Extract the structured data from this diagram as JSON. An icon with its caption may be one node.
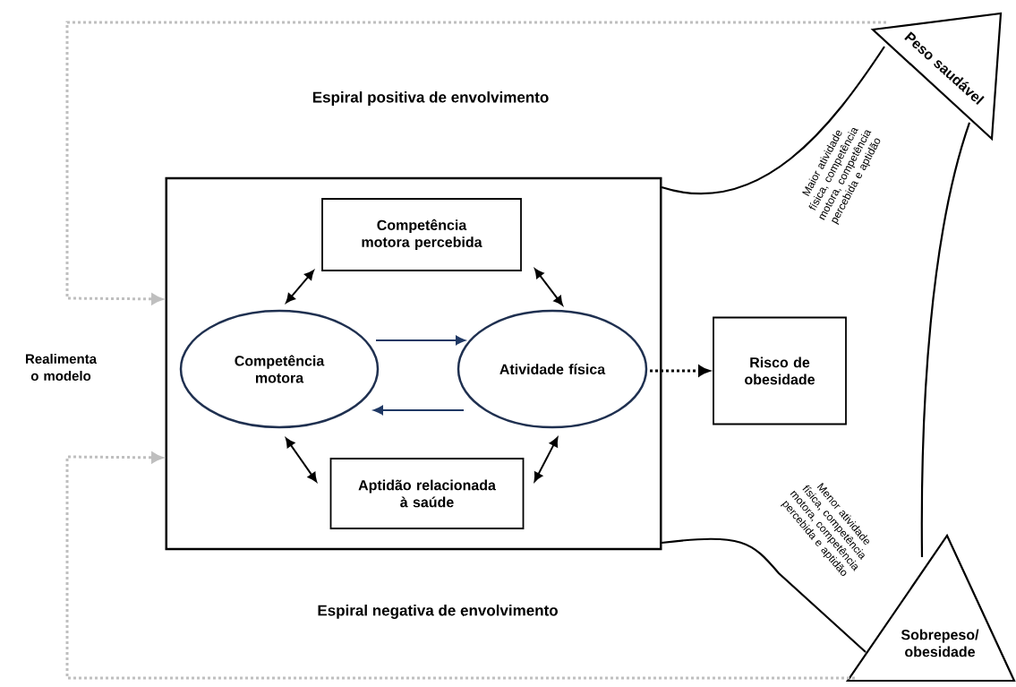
{
  "diagram": {
    "nodes": [
      {
        "text": [],
        "shape": "box"
      },
      {
        "text": [
          "Competência motora percebida"
        ],
        "in": 0
      },
      {
        "text": [
          "Competência motora"
        ],
        "in": 0
      },
      {
        "text": [
          "Atividade física"
        ],
        "in": 0
      },
      {
        "text": [
          "Aptidão relacionada à saúde"
        ],
        "in": 0
      },
      {
        "text": [
          "Risco de obesidade"
        ]
      },
      {
        "text": [
          "Peso saudável"
        ]
      },
      {
        "text": [
          "Sobrepeso/ obesidade"
        ]
      }
    ],
    "edges": [
      {
        "from": 2,
        "to": 1,
        "arrow": "both"
      },
      {
        "from": 1,
        "to": 3,
        "arrow": "both"
      },
      {
        "from": 2,
        "to": 4,
        "arrow": "both"
      },
      {
        "from": 4,
        "to": 3,
        "arrow": "both"
      },
      {
        "from": 2,
        "to": 3,
        "arrow": "to",
        "color": "#1f3864"
      },
      {
        "from": 3,
        "to": 2,
        "arrow": "to",
        "color": "#1f3864"
      },
      {
        "from": 3,
        "to": 5,
        "arrow": "to",
        "style": "dashed"
      },
      {
        "from": 0,
        "to": 6,
        "arrow": "none",
        "label": "Maior atividade física, competência motora, competência percebida e aptidão"
      },
      {
        "from": 0,
        "to": 7,
        "arrow": "none",
        "label": "Menor atividade física, competência motora, competência percebida e aptidão"
      },
      {
        "from": 6,
        "to": 0,
        "arrow": "to",
        "style": "dashed",
        "color": "#bfbfbf"
      },
      {
        "from": 7,
        "to": 0,
        "arrow": "to",
        "style": "dashed",
        "color": "#bfbfbf"
      },
      {
        "from": 7,
        "to": 6,
        "arrow": "none"
      }
    ],
    "labels": [
      "Espiral positiva de envolvimento",
      "Realimenta o modelo",
      "Espiral negativa de envolvimento"
    ]
  }
}
